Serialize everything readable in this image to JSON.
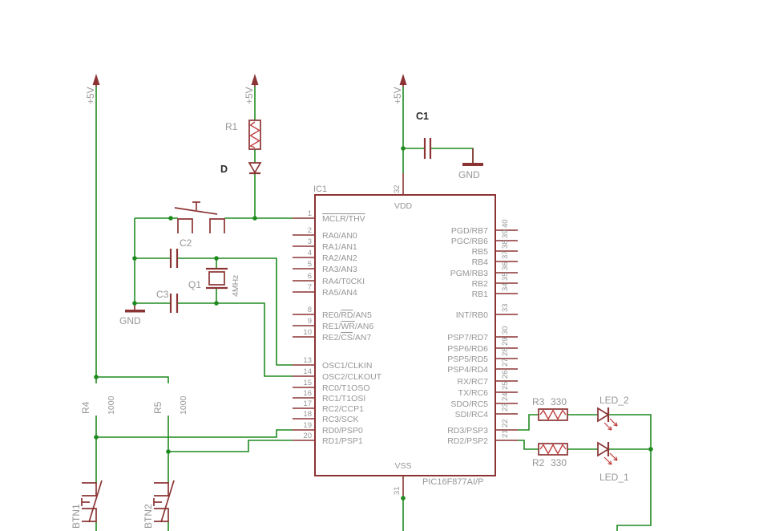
{
  "colors": {
    "wire": "#1f8a1f",
    "symbol": "#8c3434",
    "accent": "#c04040",
    "label": "#969696",
    "dark": "#2a2a2a",
    "background": "#ffffff"
  },
  "power_flags": [
    "+5V",
    "+5V",
    "+5V"
  ],
  "grounds": [
    "GND",
    "GND"
  ],
  "components": {
    "r1": {
      "name": "R1"
    },
    "d": {
      "name": "D"
    },
    "c1": {
      "name": "C1"
    },
    "c2": {
      "name": "C2"
    },
    "c3": {
      "name": "C3"
    },
    "q1": {
      "name": "Q1",
      "value": "4MHz"
    },
    "r4": {
      "name": "R4",
      "value": "1000"
    },
    "r5": {
      "name": "R5",
      "value": "1000"
    },
    "btn1": {
      "name": "BTN1"
    },
    "btn2": {
      "name": "BTN2"
    },
    "r3": {
      "name": "R3",
      "value": "330"
    },
    "r2": {
      "name": "R2",
      "value": "330"
    },
    "led2": {
      "name": "LED_2"
    },
    "led1": {
      "name": "LED_1"
    }
  },
  "ic": {
    "name": "IC1",
    "part": "PIC16F877AI/P",
    "vdd": "VDD",
    "vss": "VSS",
    "top_pin_number": "32",
    "bottom_pin_number": "31",
    "left_pins": [
      {
        "num": "1",
        "name": "MCLR/THV",
        "over": "MCLR/THV"
      },
      {
        "num": "2",
        "name": "RA0/AN0"
      },
      {
        "num": "3",
        "name": "RA1/AN1"
      },
      {
        "num": "4",
        "name": "RA2/AN2"
      },
      {
        "num": "5",
        "name": "RA3/AN3"
      },
      {
        "num": "6",
        "name": "RA4/T0CKI"
      },
      {
        "num": "7",
        "name": "RA5/AN4"
      },
      {
        "num": "8",
        "name": "RE0/RD/AN5",
        "over": "RD"
      },
      {
        "num": "9",
        "name": "RE1/WR/AN6",
        "over": "WR"
      },
      {
        "num": "10",
        "name": "RE2/CS/AN7",
        "over": "CS"
      },
      {
        "num": "13",
        "name": "OSC1/CLKIN"
      },
      {
        "num": "14",
        "name": "OSC2/CLKOUT"
      },
      {
        "num": "15",
        "name": "RC0/T1OSO"
      },
      {
        "num": "16",
        "name": "RC1/T1OSI"
      },
      {
        "num": "17",
        "name": "RC2/CCP1"
      },
      {
        "num": "18",
        "name": "RC3/SCK"
      },
      {
        "num": "19",
        "name": "RD0/PSP0"
      },
      {
        "num": "20",
        "name": "RD1/PSP1"
      }
    ],
    "right_pins": [
      {
        "num": "40",
        "name": "PGD/RB7"
      },
      {
        "num": "39",
        "name": "PGC/RB6"
      },
      {
        "num": "38",
        "name": "RB5"
      },
      {
        "num": "37",
        "name": "RB4"
      },
      {
        "num": "36",
        "name": "PGM/RB3"
      },
      {
        "num": "35",
        "name": "RB2"
      },
      {
        "num": "34",
        "name": "RB1"
      },
      {
        "num": "33",
        "name": "INT/RB0"
      },
      {
        "num": "30",
        "name": "PSP7/RD7"
      },
      {
        "num": "29",
        "name": "PSP6/RD6"
      },
      {
        "num": "28",
        "name": "PSP5/RD5"
      },
      {
        "num": "27",
        "name": "PSP4/RD4"
      },
      {
        "num": "26",
        "name": "RX/RC7"
      },
      {
        "num": "25",
        "name": "TX/RC6"
      },
      {
        "num": "24",
        "name": "SDO/RC5"
      },
      {
        "num": "23",
        "name": "SDI/RC4"
      },
      {
        "num": "22",
        "name": "RD3/PSP3"
      },
      {
        "num": "21",
        "name": "RD2/PSP2"
      }
    ]
  }
}
